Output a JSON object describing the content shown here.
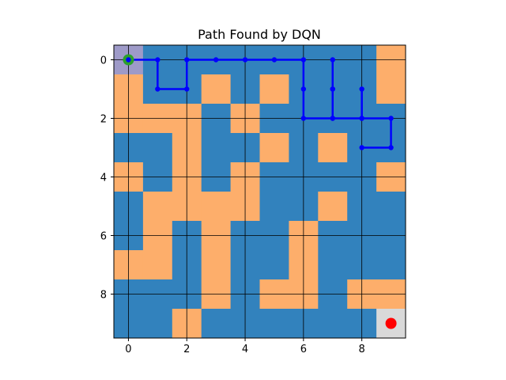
{
  "chart_data": {
    "type": "heatmap",
    "title": "Path Found by DQN",
    "grid": true,
    "xlim": [
      -0.5,
      9.5
    ],
    "ylim": [
      9.5,
      -0.5
    ],
    "xticks": [
      0,
      2,
      4,
      6,
      8
    ],
    "yticks": [
      0,
      2,
      4,
      6,
      8
    ],
    "cell_legend": {
      "0": "water",
      "1": "land"
    },
    "colors": {
      "water": "#3282bd",
      "land": "#fdae6b",
      "start_cell": "#9e9ac8",
      "goal_cell": "#d9d9d9",
      "path": "#0000ff",
      "start_marker": "#2ca02c",
      "goal_marker": "#ff0000",
      "gridline": "#000000"
    },
    "grid_values": [
      [
        0,
        0,
        0,
        0,
        0,
        0,
        0,
        0,
        0,
        1
      ],
      [
        1,
        0,
        0,
        1,
        0,
        1,
        0,
        0,
        0,
        1
      ],
      [
        1,
        1,
        1,
        0,
        1,
        0,
        0,
        0,
        0,
        0
      ],
      [
        0,
        0,
        1,
        0,
        0,
        1,
        0,
        1,
        0,
        0
      ],
      [
        1,
        0,
        1,
        0,
        1,
        0,
        0,
        0,
        0,
        1
      ],
      [
        0,
        1,
        1,
        1,
        1,
        0,
        0,
        1,
        0,
        0
      ],
      [
        0,
        1,
        0,
        1,
        0,
        0,
        1,
        0,
        0,
        0
      ],
      [
        1,
        1,
        0,
        1,
        0,
        0,
        1,
        0,
        0,
        0
      ],
      [
        0,
        0,
        0,
        1,
        0,
        1,
        1,
        0,
        1,
        1
      ],
      [
        0,
        0,
        1,
        0,
        0,
        0,
        0,
        0,
        0,
        0
      ]
    ],
    "start": [
      0,
      0
    ],
    "goal": [
      9,
      9
    ],
    "path": [
      [
        0,
        0
      ],
      [
        1,
        0
      ],
      [
        1,
        1
      ],
      [
        2,
        1
      ],
      [
        2,
        0
      ],
      [
        3,
        0
      ],
      [
        4,
        0
      ],
      [
        5,
        0
      ],
      [
        6,
        0
      ],
      [
        6,
        1
      ],
      [
        6,
        2
      ],
      [
        7,
        2
      ],
      [
        7,
        1
      ],
      [
        7,
        0
      ],
      [
        7,
        1
      ],
      [
        7,
        2
      ],
      [
        8,
        2
      ],
      [
        8,
        1
      ],
      [
        8,
        2
      ],
      [
        9,
        2
      ],
      [
        9,
        3
      ],
      [
        8,
        3
      ]
    ]
  }
}
